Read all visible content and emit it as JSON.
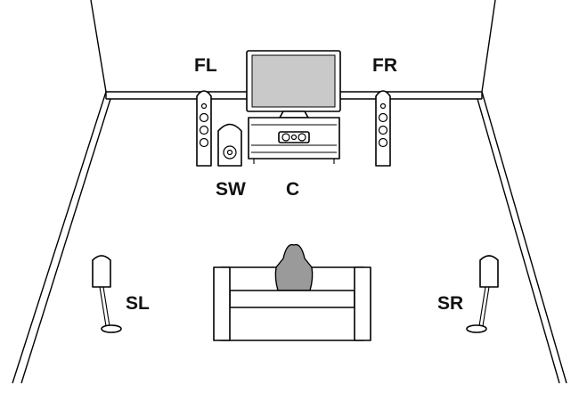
{
  "speakers": {
    "front_left": "FL",
    "front_right": "FR",
    "subwoofer": "SW",
    "center": "C",
    "surround_left": "SL",
    "surround_right": "SR"
  },
  "colors": {
    "line": "#000000",
    "background": "#ffffff",
    "listener": "#9a9a9a",
    "tv_screen": "#c9c9c9"
  }
}
